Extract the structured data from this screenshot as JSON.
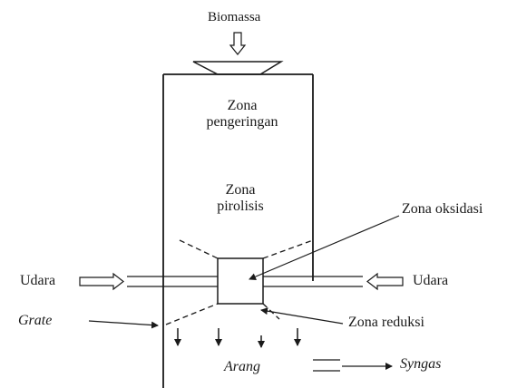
{
  "labels": {
    "biomassa": "Biomassa",
    "zona_pengeringan_1": "Zona",
    "zona_pengeringan_2": "pengeringan",
    "zona_pirolisis_1": "Zona",
    "zona_pirolisis_2": "pirolisis",
    "zona_oksidasi": "Zona oksidasi",
    "udara_left": "Udara",
    "udara_right": "Udara",
    "grate": "Grate",
    "zona_reduksi": "Zona reduksi",
    "arang": "Arang",
    "syngas": "Syngas"
  },
  "colors": {
    "ink": "#1a1a1a",
    "background": "#ffffff"
  }
}
